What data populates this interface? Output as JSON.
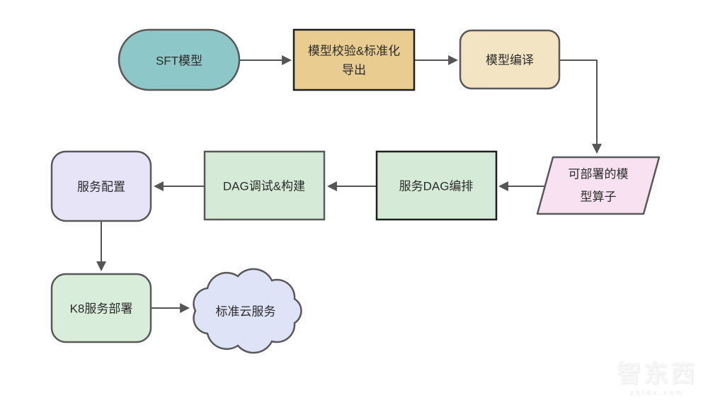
{
  "page": {
    "background": "#ffffff"
  },
  "diagram": {
    "arrow_color": "#555555",
    "text_color": "#2b2b2b",
    "nodes": {
      "sft_model": {
        "label": "SFT模型",
        "shape": "terminator",
        "fill": "#8ec7c7",
        "stroke": "#595959"
      },
      "model_validate_export": {
        "label": "模型校验&标准化导出",
        "line1": "模型校验&标准化",
        "line2": "导出",
        "shape": "process",
        "fill": "#e9cd90",
        "stroke": "#1f1f1f"
      },
      "model_compile": {
        "label": "模型编译",
        "shape": "rounded-process",
        "fill": "#f3e4c3",
        "stroke": "#595959"
      },
      "deployable_operator": {
        "label": "可部署的模型算子",
        "line1": "可部署的模",
        "line2": "型算子",
        "shape": "parallelogram",
        "fill": "#f8e1f1",
        "stroke": "#595959"
      },
      "service_dag_orchestration": {
        "label": "服务DAG编排",
        "shape": "process",
        "fill": "#d5ebd7",
        "stroke": "#1f1f1f"
      },
      "dag_debug_build": {
        "label": "DAG调试&构建",
        "shape": "process",
        "fill": "#d5ebd7",
        "stroke": "#595959"
      },
      "service_config": {
        "label": "服务配置",
        "shape": "rounded-process",
        "fill": "#e8e4f8",
        "stroke": "#595959"
      },
      "k8_service_deploy": {
        "label": "K8服务部署",
        "shape": "rounded-process",
        "fill": "#d9eeda",
        "stroke": "#595959"
      },
      "standard_cloud_service": {
        "label": "标准云服务",
        "shape": "cloud",
        "fill": "#dfe3f8",
        "stroke": "#595959"
      }
    },
    "edges": [
      {
        "from": "SFT模型",
        "to": "模型校验&标准化导出"
      },
      {
        "from": "模型校验&标准化导出",
        "to": "模型编译"
      },
      {
        "from": "模型编译",
        "to": "可部署的模型算子"
      },
      {
        "from": "可部署的模型算子",
        "to": "服务DAG编排"
      },
      {
        "from": "服务DAG编排",
        "to": "DAG调试&构建"
      },
      {
        "from": "DAG调试&构建",
        "to": "服务配置"
      },
      {
        "from": "服务配置",
        "to": "K8服务部署"
      },
      {
        "from": "K8服务部署",
        "to": "标准云服务"
      }
    ],
    "watermark": {
      "title": "智东西",
      "subtitle": "zhidx.com"
    }
  }
}
